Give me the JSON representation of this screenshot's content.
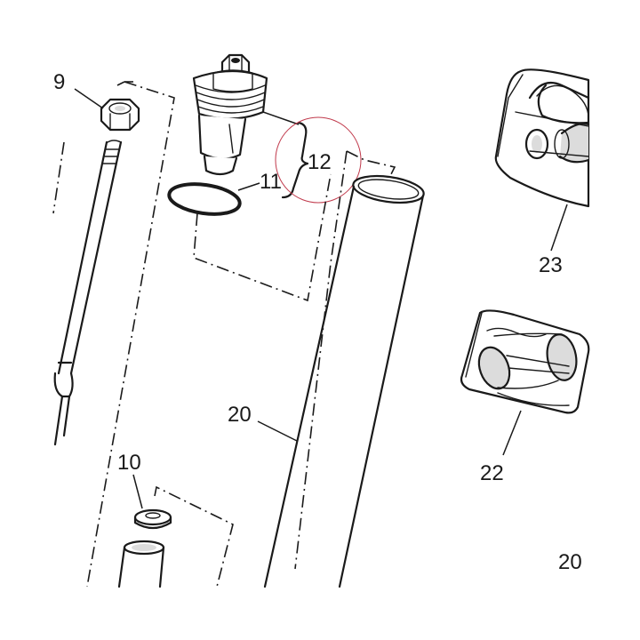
{
  "diagram": {
    "colors": {
      "line": "#1a1a1a",
      "shade": "#dcdcdc",
      "highlight_circle": "#c0394b",
      "background": "#ffffff"
    },
    "callouts": {
      "c9": "9",
      "c10": "10",
      "c11": "11",
      "c12": "12",
      "c20": "20",
      "c22": "22",
      "c23": "23",
      "c20_page": "20"
    }
  }
}
